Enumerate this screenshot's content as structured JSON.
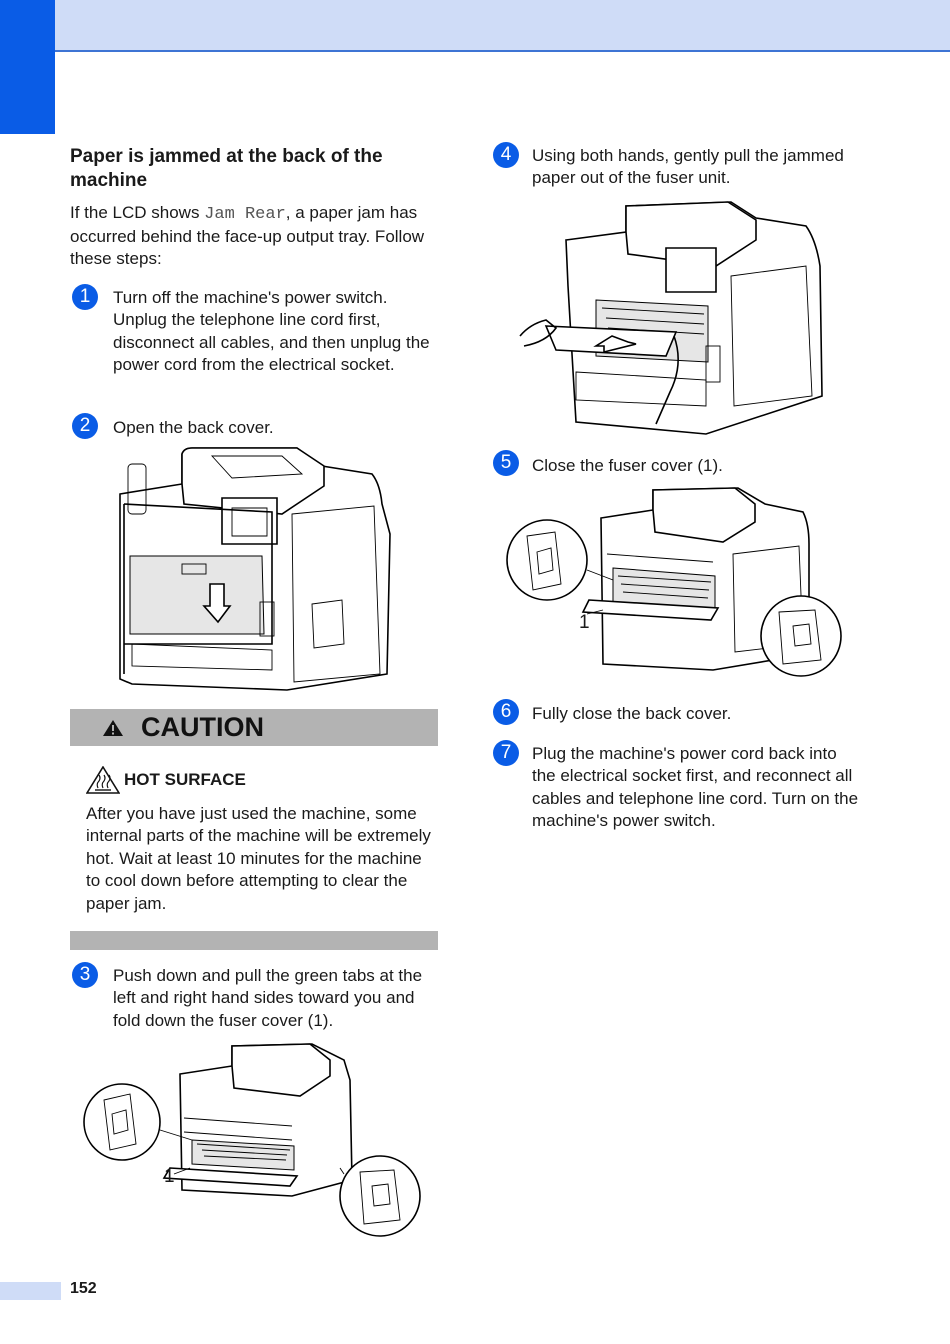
{
  "header": {
    "accent_color": "#0a5ce6",
    "band_color": "#cfdcf7"
  },
  "section": {
    "title": "Paper is jammed at the back of the machine",
    "intro_prefix": "If the LCD shows ",
    "intro_code": "Jam Rear",
    "intro_suffix": ", a paper jam has occurred behind the face-up output tray. Follow these steps:"
  },
  "steps": [
    {
      "number": "1",
      "text": "Turn off the machine's power switch. Unplug the telephone line cord first, disconnect all cables, and then unplug the power cord from the electrical socket."
    },
    {
      "number": "2",
      "text": "Open the back cover."
    },
    {
      "number": "3",
      "text": "Push down and pull the green tabs at the left and right hand sides toward you and fold down the fuser cover (1)."
    },
    {
      "number": "4",
      "text": "Using both hands, gently pull the jammed paper out of the fuser unit."
    },
    {
      "number": "5",
      "text": "Close the fuser cover (1)."
    },
    {
      "number": "6",
      "text": "Fully close the back cover."
    },
    {
      "number": "7",
      "text": "Plug the machine's power cord back into the electrical socket first, and reconnect all cables and telephone line cord. Turn on the machine's power switch."
    }
  ],
  "caution": {
    "heading": "CAUTION",
    "subheading": "HOT SURFACE",
    "text": "After you have just used the machine, some internal parts of the machine will be extremely hot. Wait at least 10 minutes for the machine to cool down before attempting to clear the paper jam.",
    "bar_color": "#b3b3b3"
  },
  "callouts": {
    "step3_label": "1",
    "step5_label": "1"
  },
  "footer": {
    "page_number": "152"
  }
}
